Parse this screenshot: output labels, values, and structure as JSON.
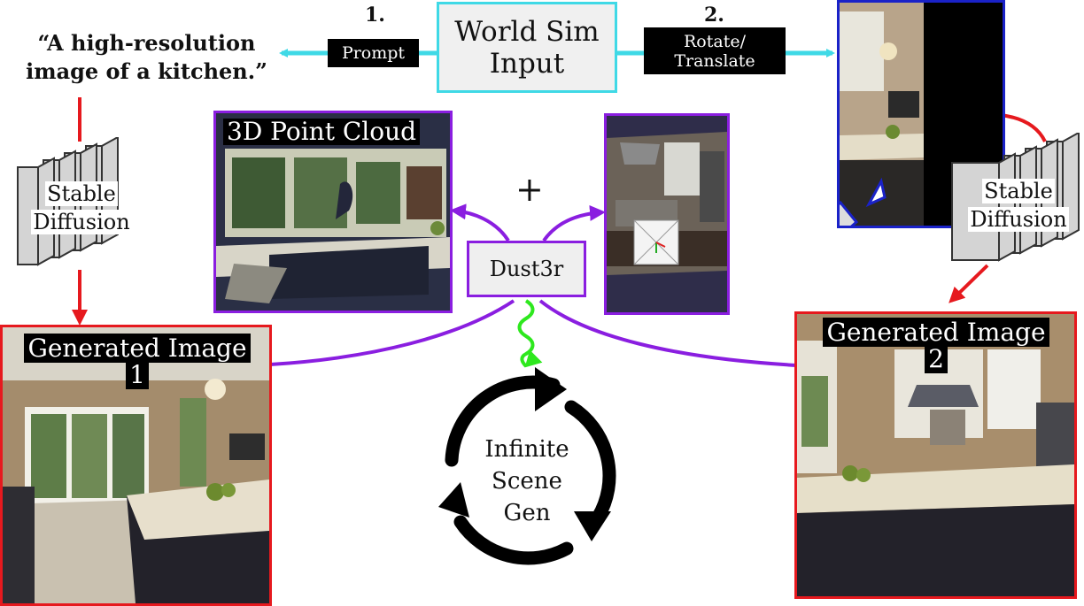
{
  "world_sim": {
    "line1": "World Sim",
    "line2": "Input"
  },
  "steps": {
    "one": {
      "number": "1.",
      "label": "Prompt"
    },
    "two": {
      "number": "2.",
      "label_line1": "Rotate/",
      "label_line2": "Translate"
    }
  },
  "prompt_quote": {
    "line1": "“A high-resolution",
    "line2": "image of a kitchen.”"
  },
  "stable_diffusion": {
    "line1": "Stable",
    "line2": "Diffusion"
  },
  "point_cloud": {
    "label": "3D Point Cloud"
  },
  "plus": "+",
  "dust3r": {
    "label": "Dust3r"
  },
  "generated_1": {
    "line1": "Generated Image",
    "line2": "1"
  },
  "generated_2": {
    "line1": "Generated Image",
    "line2": "2"
  },
  "cycle": {
    "line1": "Infinite",
    "line2": "Scene",
    "line3": "Gen"
  },
  "colors": {
    "cyan": "#3fd9e6",
    "red": "#e6191e",
    "purple": "#8a1ee0",
    "blue": "#1a22c8",
    "green": "#2ee81e"
  }
}
